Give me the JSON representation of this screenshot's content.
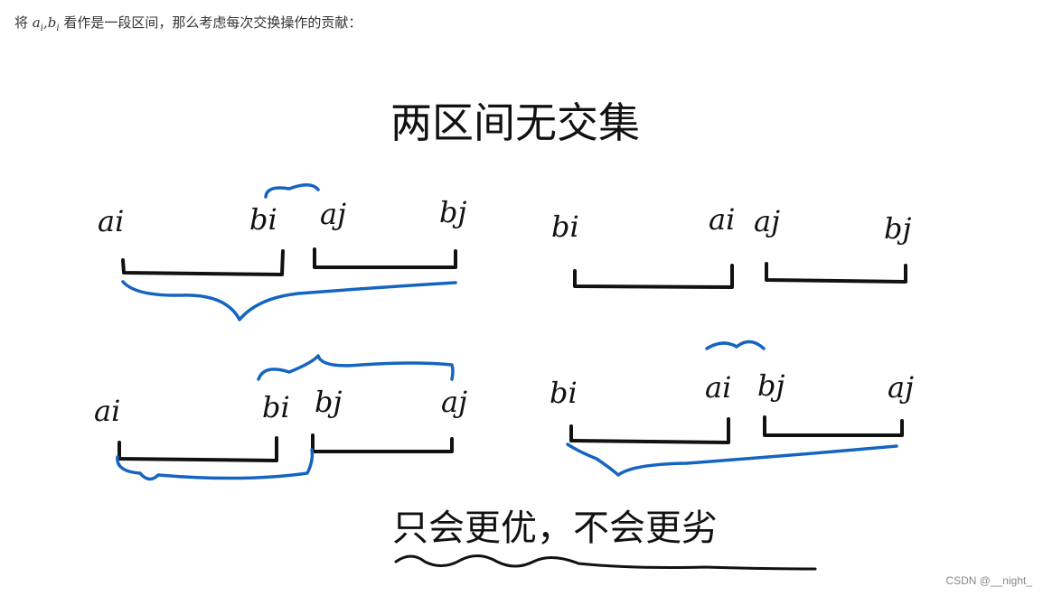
{
  "intro": {
    "prefix": "将 ",
    "var_a": "a",
    "sub_i": "i",
    "comma": ",",
    "var_b": "b",
    "suffix": " 看作是一段区间，那么考虑每次交换操作的贡献："
  },
  "drawing": {
    "title": "两区间无交集",
    "panel_top_left": {
      "labels": [
        "ai",
        "bi",
        "aj",
        "bj"
      ]
    },
    "panel_top_right": {
      "labels": [
        "bi",
        "ai",
        "aj",
        "bj"
      ]
    },
    "panel_bottom_left": {
      "labels": [
        "ai",
        "bi",
        "bj",
        "aj"
      ]
    },
    "panel_bottom_right": {
      "labels": [
        "bi",
        "ai",
        "bj",
        "aj"
      ]
    },
    "conclusion": "只会更优，不会更劣"
  },
  "colors": {
    "ink": "#111111",
    "brace": "#1565c0"
  },
  "watermark": "CSDN @__night_"
}
